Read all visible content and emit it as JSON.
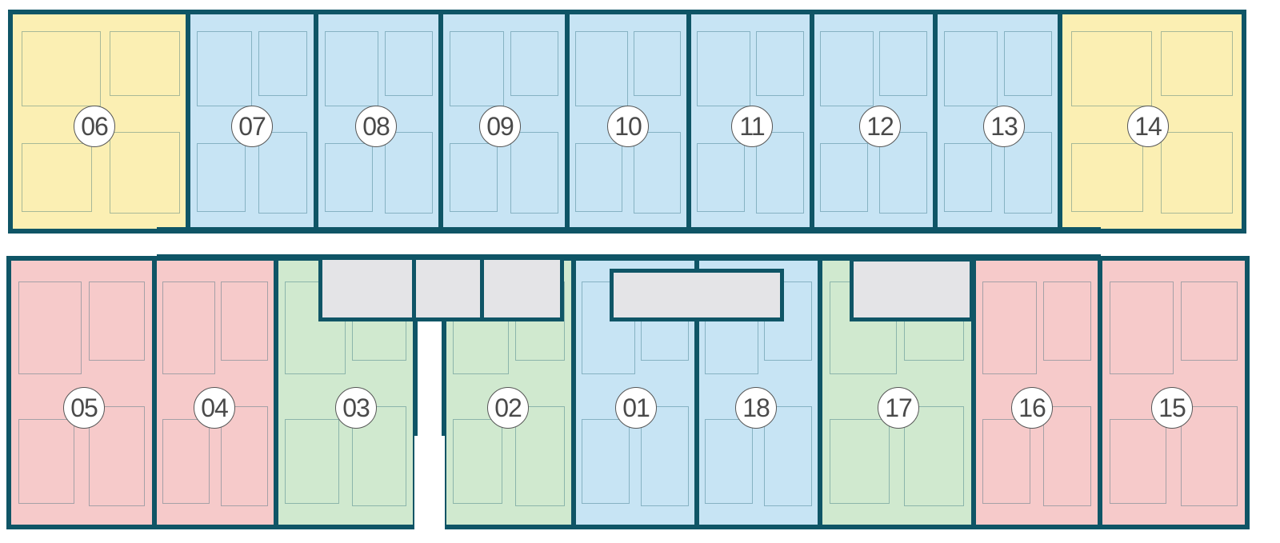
{
  "colors": {
    "wall": "#0f5566",
    "yellow": "#fbefb3",
    "blue": "#c7e4f4",
    "pink": "#f6caca",
    "green": "#d0e9cf",
    "core": "#e4e4e7"
  },
  "units": [
    {
      "id": "06",
      "color": "yellow"
    },
    {
      "id": "07",
      "color": "blue"
    },
    {
      "id": "08",
      "color": "blue"
    },
    {
      "id": "09",
      "color": "blue"
    },
    {
      "id": "10",
      "color": "blue"
    },
    {
      "id": "11",
      "color": "blue"
    },
    {
      "id": "12",
      "color": "blue"
    },
    {
      "id": "13",
      "color": "blue"
    },
    {
      "id": "14",
      "color": "yellow"
    },
    {
      "id": "05",
      "color": "pink"
    },
    {
      "id": "04",
      "color": "pink"
    },
    {
      "id": "03",
      "color": "green"
    },
    {
      "id": "02",
      "color": "green"
    },
    {
      "id": "01",
      "color": "blue"
    },
    {
      "id": "18",
      "color": "blue"
    },
    {
      "id": "17",
      "color": "green"
    },
    {
      "id": "16",
      "color": "pink"
    },
    {
      "id": "15",
      "color": "pink"
    }
  ]
}
